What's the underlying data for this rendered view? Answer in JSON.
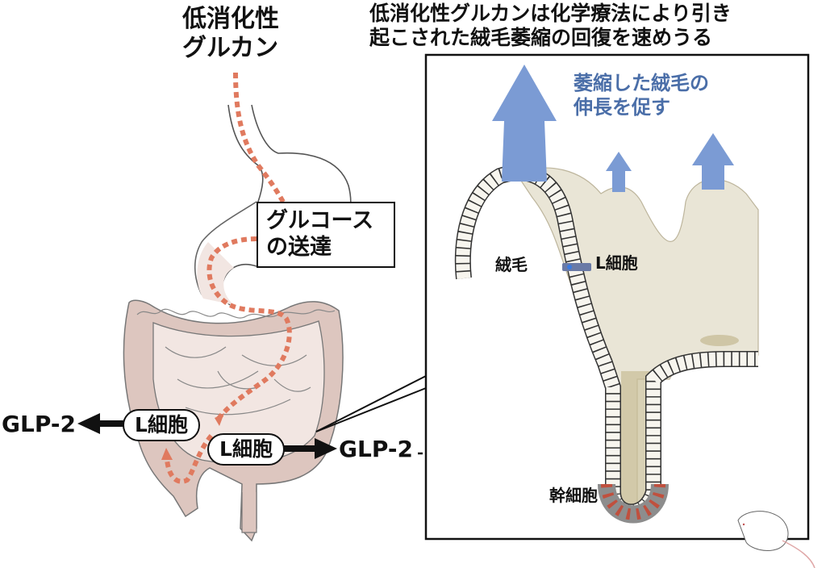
{
  "left_title": "低消化性\nグルカン",
  "right_title": "低消化性グルカンは化学療法により引き\n起こされた絨毛萎縮の回復を速めうる",
  "blue_caption": "萎縮した絨毛の\n伸長を促す",
  "glucose_label": "グルコース\nの送達",
  "labels": {
    "l_cell_left": "L細胞",
    "l_cell_mid": "L細胞",
    "glp2_left": "GLP-2",
    "glp2_right": "GLP-2",
    "villus": "絨毛",
    "l_cell_villus": "L細胞",
    "stem_cell": "幹細胞"
  },
  "colors": {
    "glucose_path": "#e07a5f",
    "villus_arrow": "#7b9bd4",
    "caption_blue": "#4a6ea8",
    "intestine_fill": "#ddc6bf",
    "small_intestine_fill": "#f2e6e2",
    "tissue_fill": "#e9e5d6",
    "l_cell_fill": "#6a7aa6",
    "paneth_red": "#c0503e",
    "stem_gray": "#8d8d8d"
  }
}
